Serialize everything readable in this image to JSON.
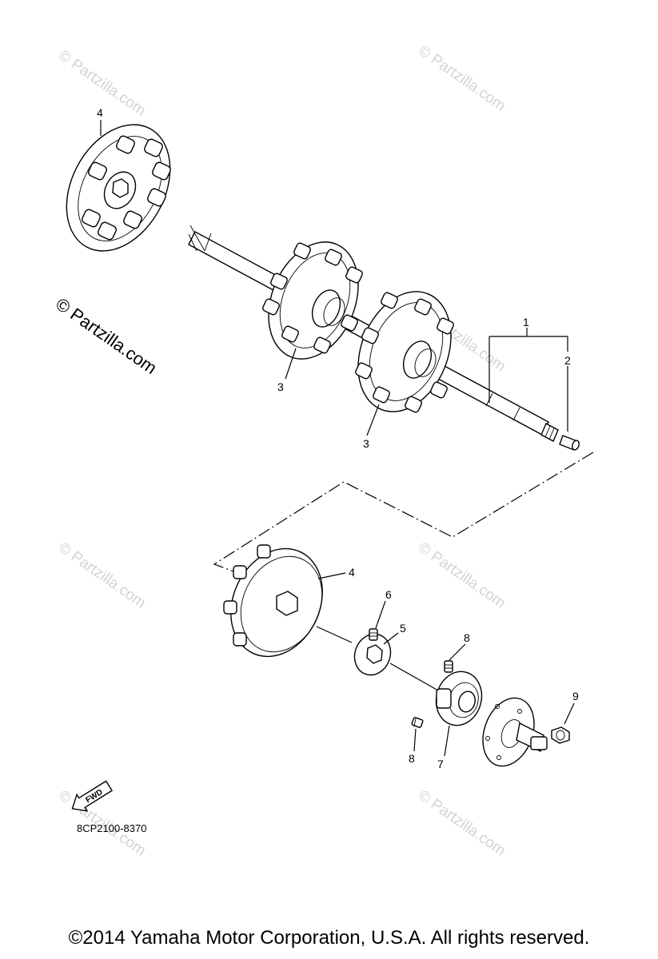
{
  "watermark": "© Partzilla.com",
  "watermark_large": "© Partzilla.com",
  "callouts": {
    "c1": "1",
    "c2": "2",
    "c3a": "3",
    "c3b": "3",
    "c4a": "4",
    "c4b": "4",
    "c5": "5",
    "c6": "6",
    "c7": "7",
    "c8a": "8",
    "c8b": "8",
    "c9": "9"
  },
  "fwd_label": "FWD",
  "diagram_code": "8CP2100-8370",
  "copyright": "©2014 Yamaha Motor Corporation, U.S.A. All rights reserved."
}
